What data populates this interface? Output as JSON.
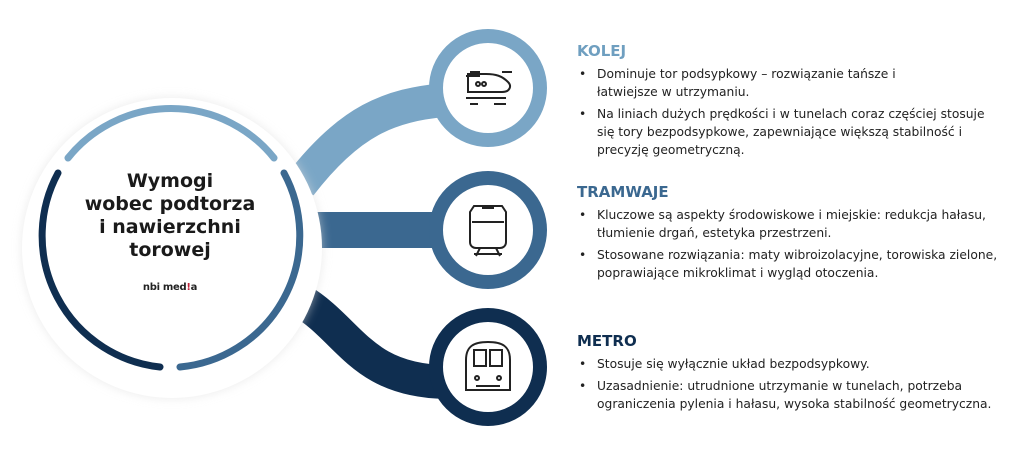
{
  "center": {
    "title_lines": [
      "Wymogi",
      "wobec podtorza",
      "i nawierzchni torowej"
    ],
    "logo": {
      "text_a": "nbi med",
      "text_ex": "!",
      "text_b": "a"
    }
  },
  "colors": {
    "kolej": "#7aa6c6",
    "tramwaje": "#3b6890",
    "metro": "#0f2e50"
  },
  "sections": [
    {
      "title": "KOLEJ",
      "icon": "high-speed-train-icon",
      "bullets": [
        "Dominuje tor podsypkowy – rozwiązanie tańsze i łatwiejsze w utrzymaniu.",
        "Na liniach dużych prędkości i w tunelach coraz częściej stosuje się tory bezpodsypkowe, zapewniające większą stabilność i precyzję geometryczną."
      ]
    },
    {
      "title": "TRAMWAJE",
      "icon": "tram-icon",
      "bullets": [
        "Kluczowe są aspekty środowiskowe i miejskie: redukcja hałasu, tłumienie drgań, estetyka przestrzeni.",
        "Stosowane rozwiązania: maty wibroizolacyjne, torowiska zielone, poprawiające mikroklimat i wygląd otoczenia."
      ]
    },
    {
      "title": "METRO",
      "icon": "metro-train-icon",
      "bullets": [
        "Stosuje się wyłącznie układ bezpodsypkowy.",
        "Uzasadnienie: utrudnione utrzymanie w tunelach, potrzeba ograniczenia pylenia i hałasu, wysoka stabilność geometryczna."
      ]
    }
  ]
}
